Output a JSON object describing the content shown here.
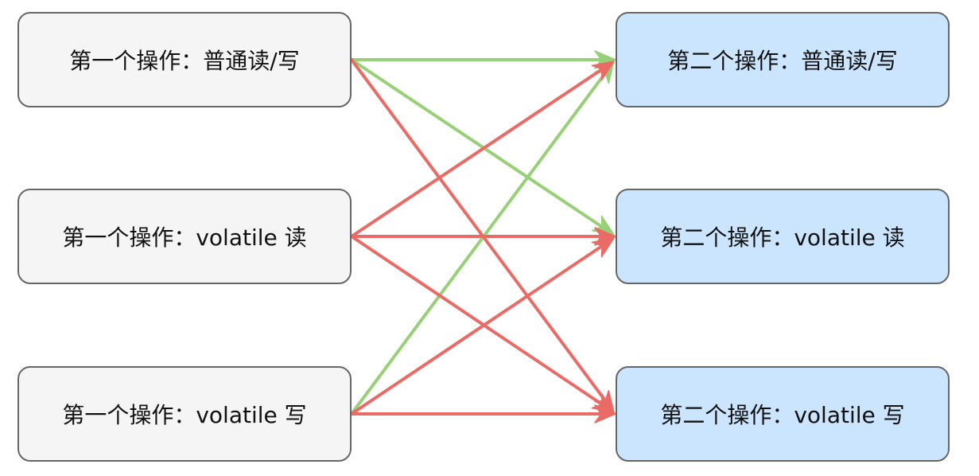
{
  "colors": {
    "allowed_arrow": "#97d077",
    "forbidden_arrow": "#ea6b66",
    "left_fill": "#f5f5f5",
    "right_fill": "#cce5ff",
    "border": "#666666"
  },
  "left_nodes": [
    {
      "label": "第一个操作：普通读/写"
    },
    {
      "label": "第一个操作：volatile 读"
    },
    {
      "label": "第一个操作：volatile 写"
    }
  ],
  "right_nodes": [
    {
      "label": "第二个操作：普通读/写"
    },
    {
      "label": "第二个操作：volatile 读"
    },
    {
      "label": "第二个操作：volatile 写"
    }
  ],
  "edges": [
    {
      "from": 0,
      "to": 0,
      "kind": "allowed"
    },
    {
      "from": 0,
      "to": 1,
      "kind": "allowed"
    },
    {
      "from": 0,
      "to": 2,
      "kind": "forbidden"
    },
    {
      "from": 1,
      "to": 0,
      "kind": "forbidden"
    },
    {
      "from": 1,
      "to": 1,
      "kind": "forbidden"
    },
    {
      "from": 1,
      "to": 2,
      "kind": "forbidden"
    },
    {
      "from": 2,
      "to": 0,
      "kind": "allowed"
    },
    {
      "from": 2,
      "to": 1,
      "kind": "forbidden"
    },
    {
      "from": 2,
      "to": 2,
      "kind": "forbidden"
    }
  ]
}
